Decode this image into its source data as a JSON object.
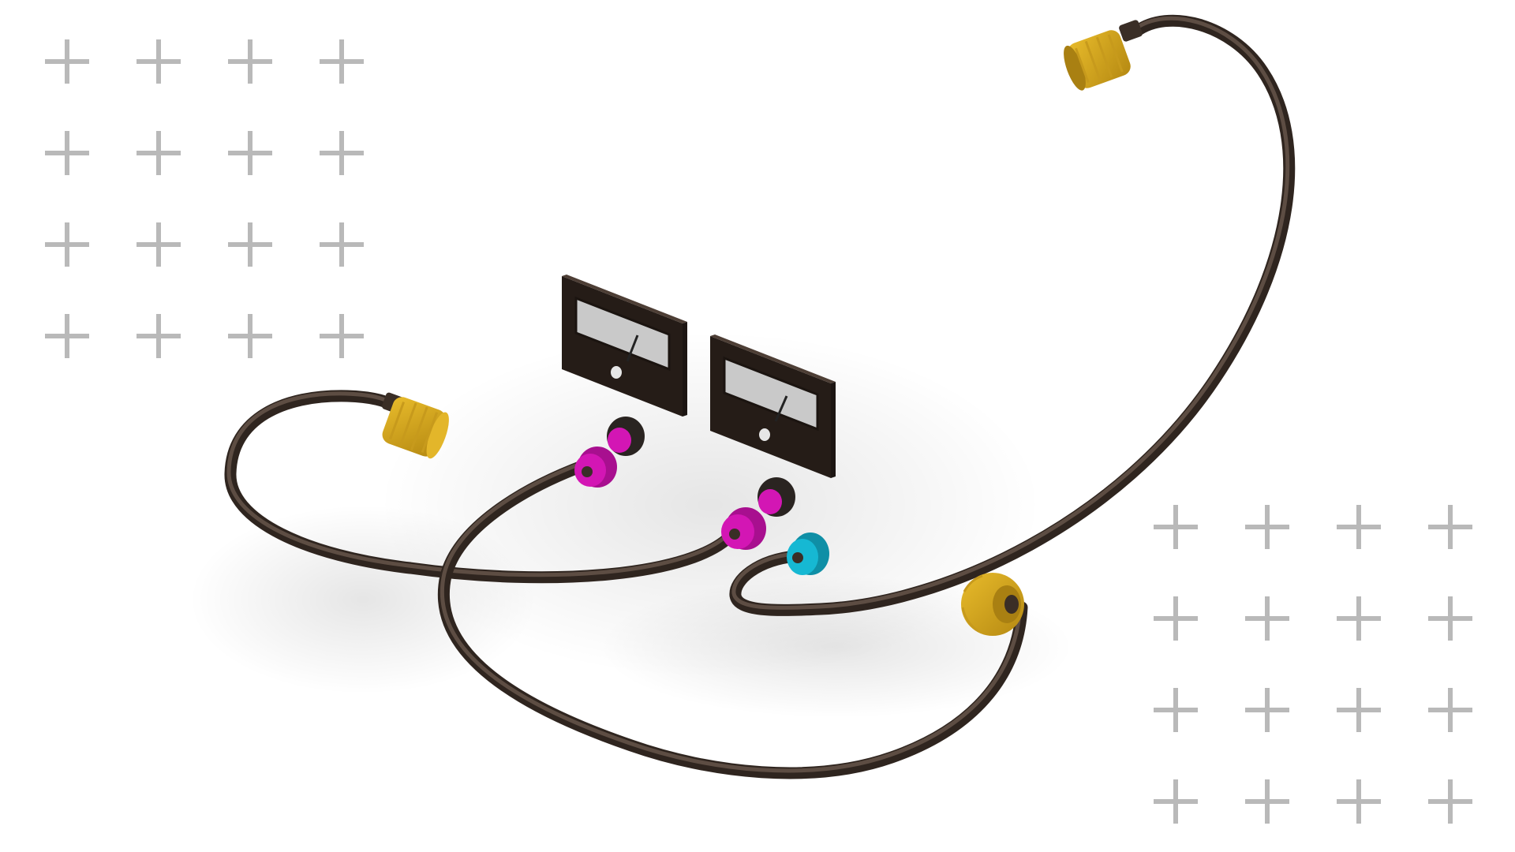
{
  "scene": {
    "background_color": "#ffffff",
    "plus_color": "#b9b9b9",
    "cable_color": "#3a2e26",
    "meter_frame_color": "#3b2e27",
    "meter_face_color": "#c9c9c9",
    "meter_needle_color": "#222222",
    "knob_color": "#2a2421",
    "magenta_color": "#d316b4",
    "cyan_color": "#16b8d3",
    "plug_yellow_color": "#d2a21b",
    "plug_yellow_shade": "#a98012"
  },
  "elements": {
    "plus_grids": [
      "plus-grid-top-left",
      "plus-grid-bottom-right"
    ],
    "meters": [
      "analog-meter-left",
      "analog-meter-right"
    ],
    "sockets": [
      "magenta-socket",
      "magenta-socket",
      "magenta-socket",
      "magenta-socket",
      "cyan-socket"
    ],
    "plugs": [
      "yellow-plug-top-right",
      "yellow-plug-left",
      "yellow-plug-bottom-right"
    ]
  }
}
